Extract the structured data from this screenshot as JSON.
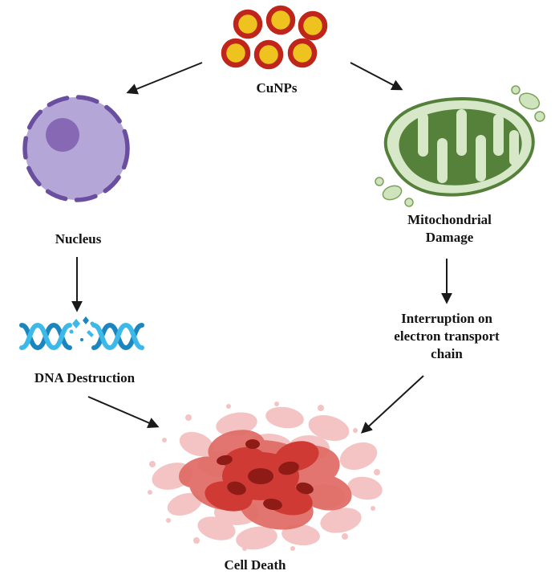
{
  "figure": {
    "labels": {
      "cunps": "CuNPs",
      "nucleus": "Nucleus",
      "mitochondrial_damage": "Mitochondrial\nDamage",
      "dna_destruction": "DNA Destruction",
      "interruption": "Interruption on\nelectron transport\nchain",
      "cell_death": "Cell Death"
    },
    "colors": {
      "nanoparticle_ring": "#c0251b",
      "nanoparticle_core": "#efc31f",
      "nucleus_fill": "#b4a6d6",
      "nucleus_border": "#6a4fa0",
      "nucleolus_fill": "#8768b4",
      "mitochondria_light": "#d6e8c8",
      "mitochondria_dark": "#55813b",
      "dna_light_blue": "#3cb9e8",
      "dna_dark_blue": "#1b85c0",
      "cell_death_light": "#f1b4b4",
      "cell_death_mid": "#e06a64",
      "cell_death_core": "#cf3a34",
      "cell_death_dark": "#8f1b17",
      "arrow": "#1a1a1a"
    }
  }
}
